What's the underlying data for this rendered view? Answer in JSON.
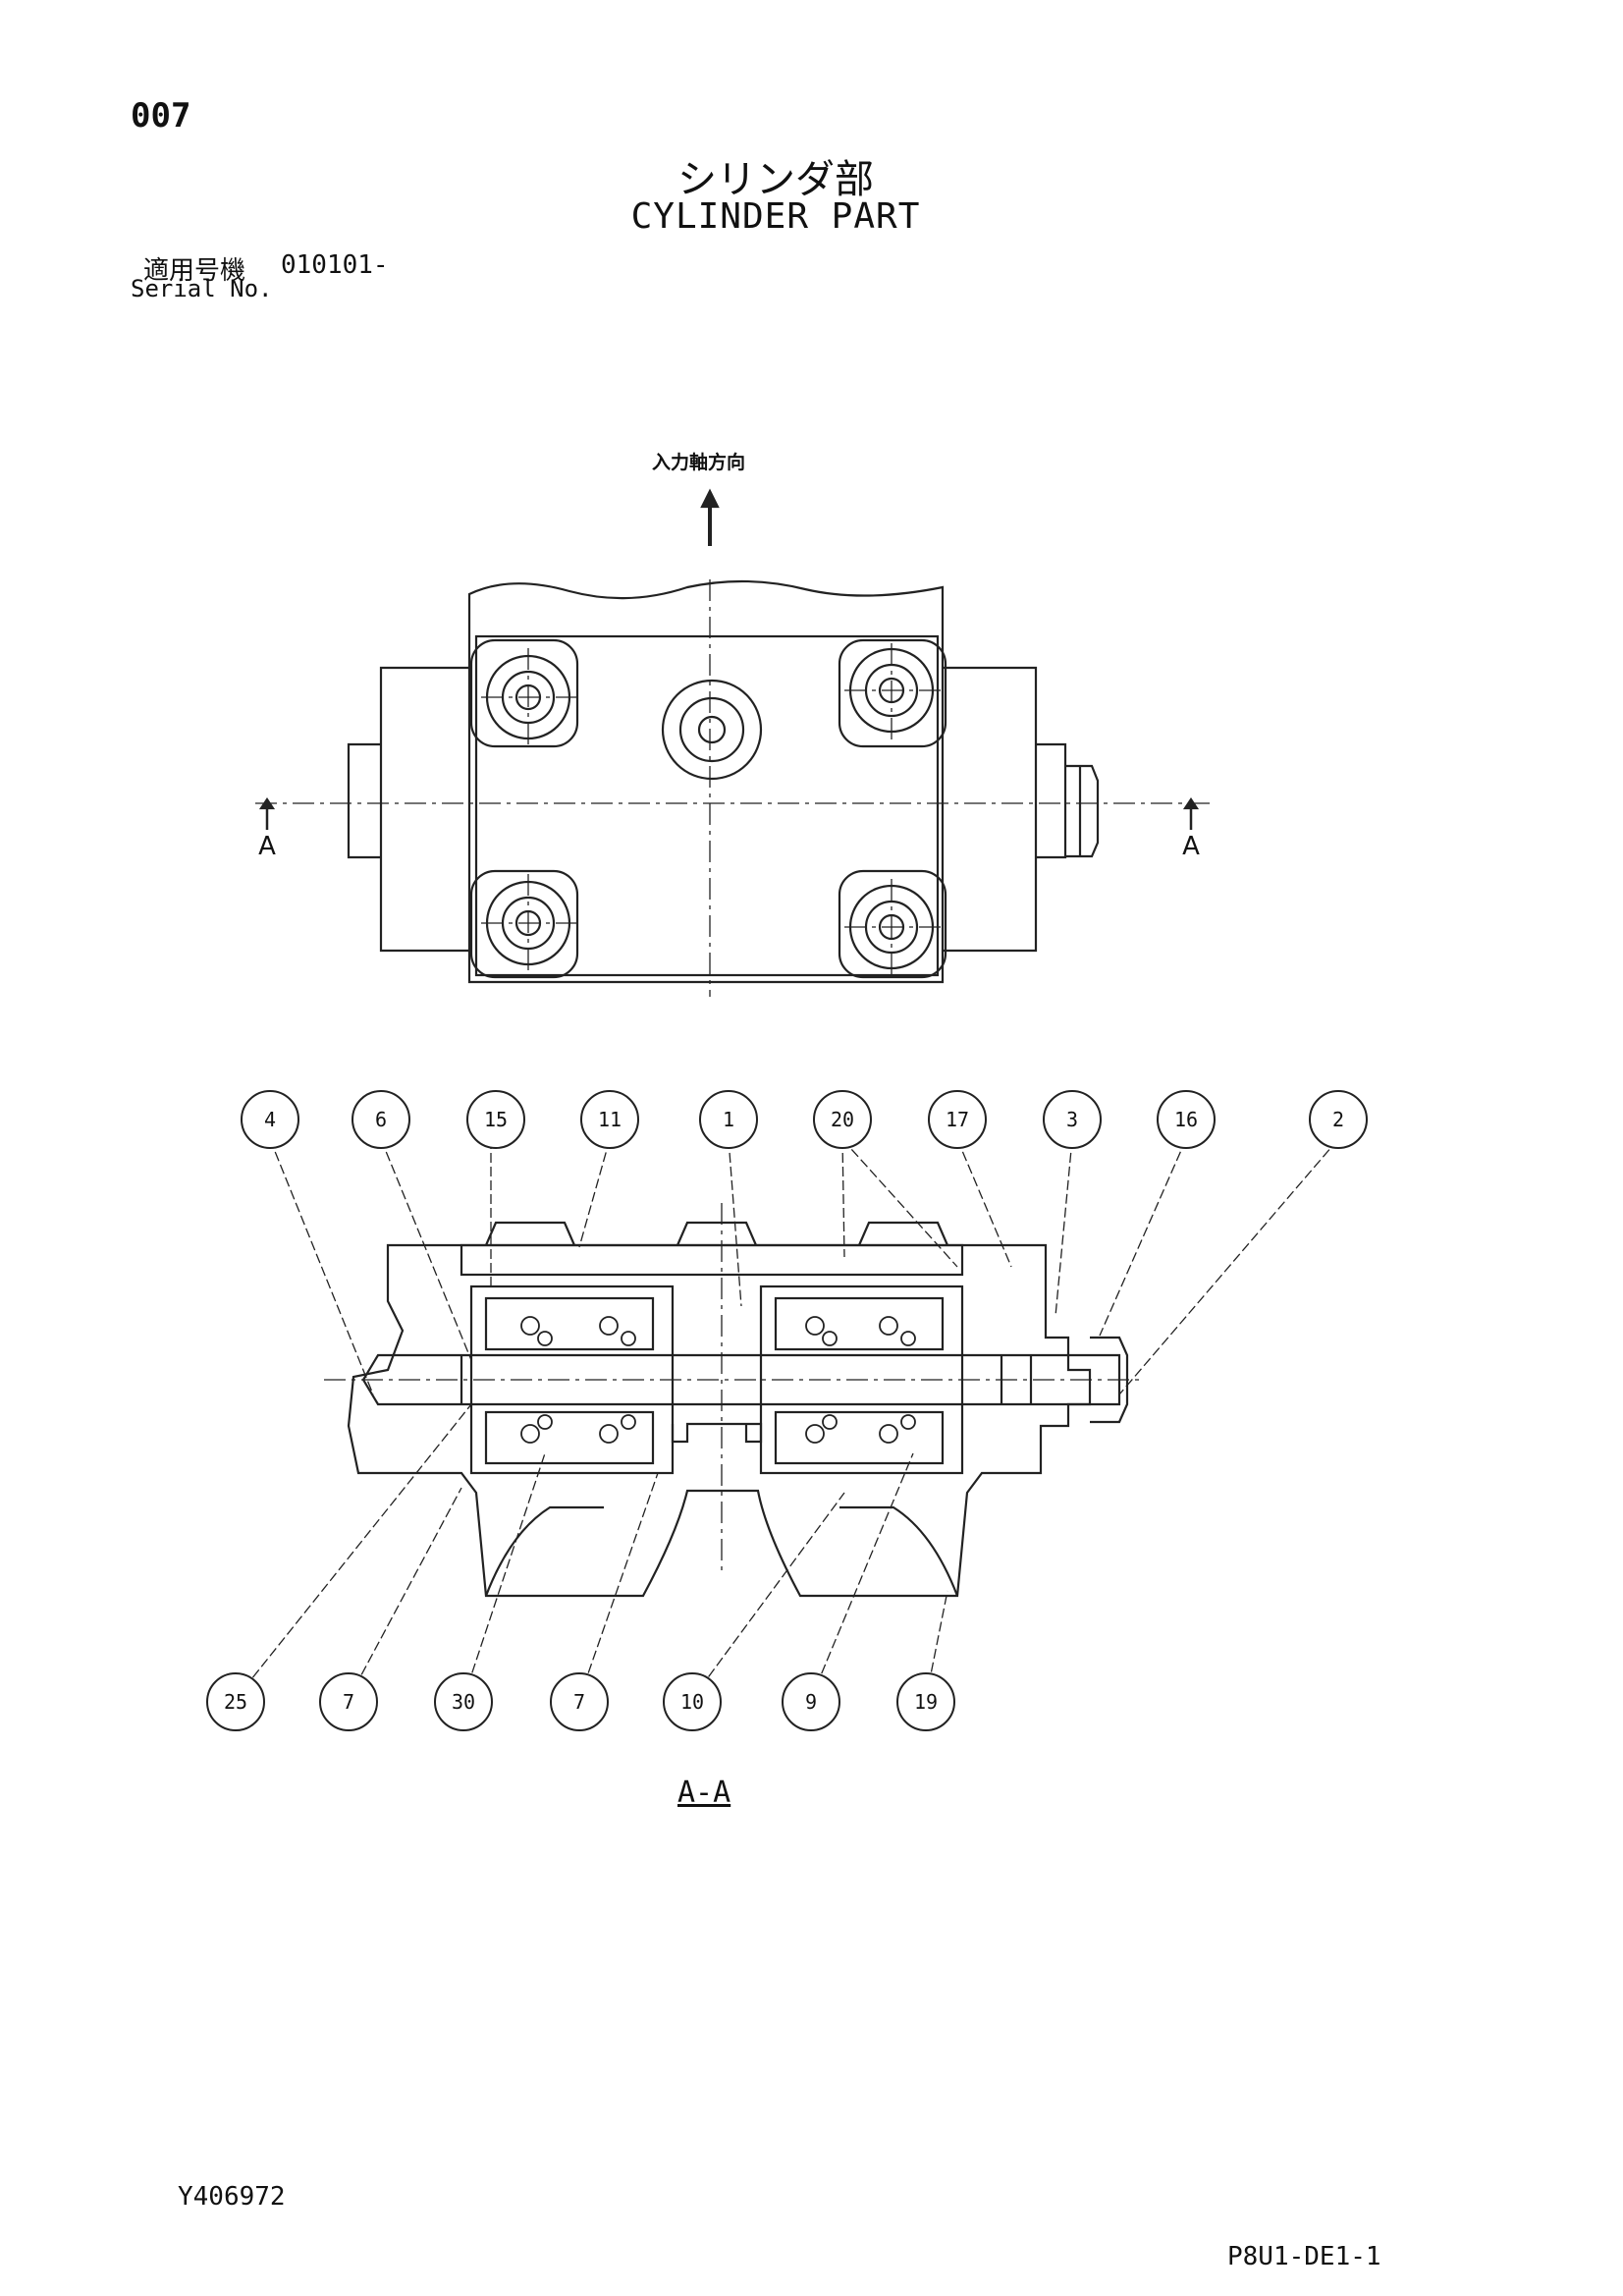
{
  "header": {
    "page_number": "007",
    "title_jp": "シリンダ部",
    "title_en": "CYLINDER PART",
    "serial_label_jp": "適用号機",
    "serial_value": "010101-",
    "serial_label_en": "Serial No."
  },
  "top_view": {
    "direction_label": "入力軸方向",
    "section_marker_left": "A",
    "section_marker_right": "A"
  },
  "section_view": {
    "label": "A-A",
    "callouts_top": [
      "4",
      "6",
      "15",
      "11",
      "1",
      "20",
      "17",
      "3",
      "16",
      "2"
    ],
    "callouts_bottom": [
      "25",
      "7",
      "30",
      "7",
      "10",
      "9",
      "19"
    ]
  },
  "footer": {
    "document_id": "Y406972",
    "reference_code": "P8U1-DE1-1"
  }
}
